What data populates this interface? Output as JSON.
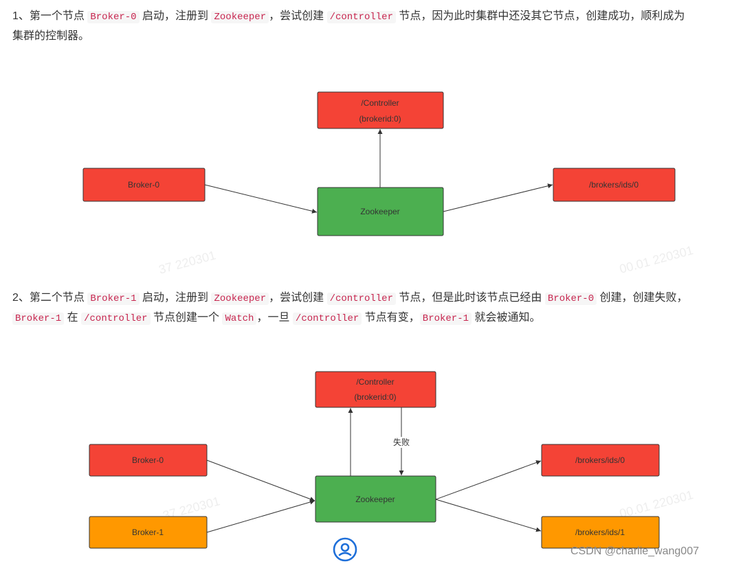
{
  "step1": {
    "t1": "1、第一个节点 ",
    "c1": "Broker-0",
    "t2": " 启动，注册到 ",
    "c2": "Zookeeper",
    "t3": "，尝试创建 ",
    "c3": "/controller",
    "t4": " 节点，因为此时集群中还没其它节点，创建成功，顺利成为",
    "line2": "集群的控制器。"
  },
  "step2": {
    "t1": "2、第二个节点 ",
    "c1": "Broker-1",
    "t2": " 启动，注册到 ",
    "c2": "Zookeeper",
    "t3": "，尝试创建 ",
    "c3": "/controller",
    "t4": " 节点，但是此时该节点已经由 ",
    "c4": "Broker-0",
    "t5": " 创建，创建失败，",
    "c5": "Broker-1",
    "t6": " 在 ",
    "c6": "/controller",
    "t7": " 节点创建一个 ",
    "c7": "Watch",
    "t8": "，一旦 ",
    "c8": "/controller",
    "t9": " 节点有变，",
    "c9": "Broker-1",
    "t10": " 就会被通知。"
  },
  "diagram1": {
    "controller_line1": "/Controller",
    "controller_line2": "(brokerid:0)",
    "broker0": "Broker-0",
    "zookeeper": "Zookeeper",
    "ids0": "/brokers/ids/0"
  },
  "diagram2": {
    "controller_line1": "/Controller",
    "controller_line2": "(brokerid:0)",
    "fail_label": "失败",
    "broker0": "Broker-0",
    "broker1": "Broker-1",
    "zookeeper": "Zookeeper",
    "ids0": "/brokers/ids/0",
    "ids1": "/brokers/ids/1"
  },
  "watermark": "CSDN @charlie_wang007",
  "colors": {
    "red": "#f44336",
    "green": "#4caf50",
    "orange": "#ff9800",
    "code_text": "#c7254e",
    "fab_icon": "#1e6fd9"
  },
  "icons": {
    "fab": "customer-service-icon"
  }
}
